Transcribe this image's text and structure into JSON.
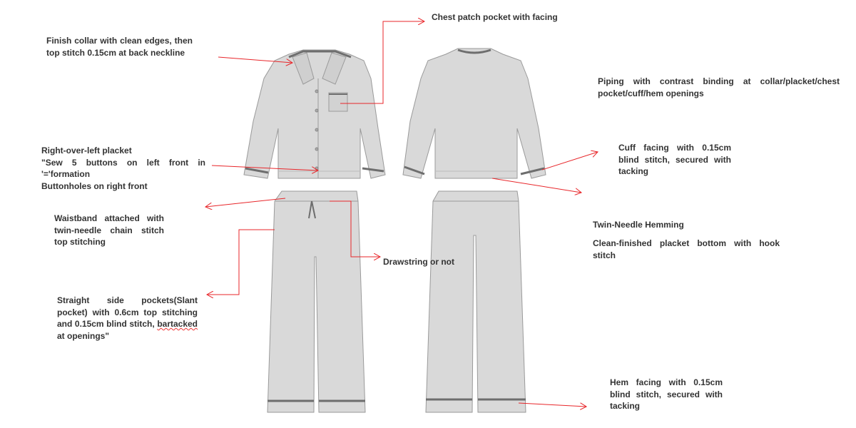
{
  "annotations": {
    "chest_pocket": "Chest patch pocket with facing",
    "collar": "Finish collar with clean edges, then top stitch 0.15cm at back neckline",
    "placket": {
      "line1": "Right-over-left placket",
      "line2": "\"Sew 5 buttons on left front in '='formation",
      "line3": "Buttonholes on right front"
    },
    "waistband": "Waistband attached with twin-needle chain stitch top stitching",
    "pockets": {
      "text": "Straight side pockets(Slant pocket) with 0.6cm top stitching and 0.15cm blind stitch,",
      "last_word": "bartacked",
      "last_rest": " at openings\""
    },
    "drawstring": "Drawstring or not",
    "piping": "Piping with contrast binding at collar/placket/chest pocket/cuff/hem openings",
    "cuff": "Cuff facing with 0.15cm blind stitch, secured with tacking",
    "twin_needle": "Twin-Needle Hemming",
    "clean_finished": "Clean-finished placket bottom with hook stitch",
    "hem": "Hem facing with 0.15cm blind stitch, secured with tacking"
  },
  "colors": {
    "arrow": "#e8262a",
    "garment": "#d8d8d8",
    "piping": "#6e6e6e",
    "outline": "#9a9a9a"
  }
}
